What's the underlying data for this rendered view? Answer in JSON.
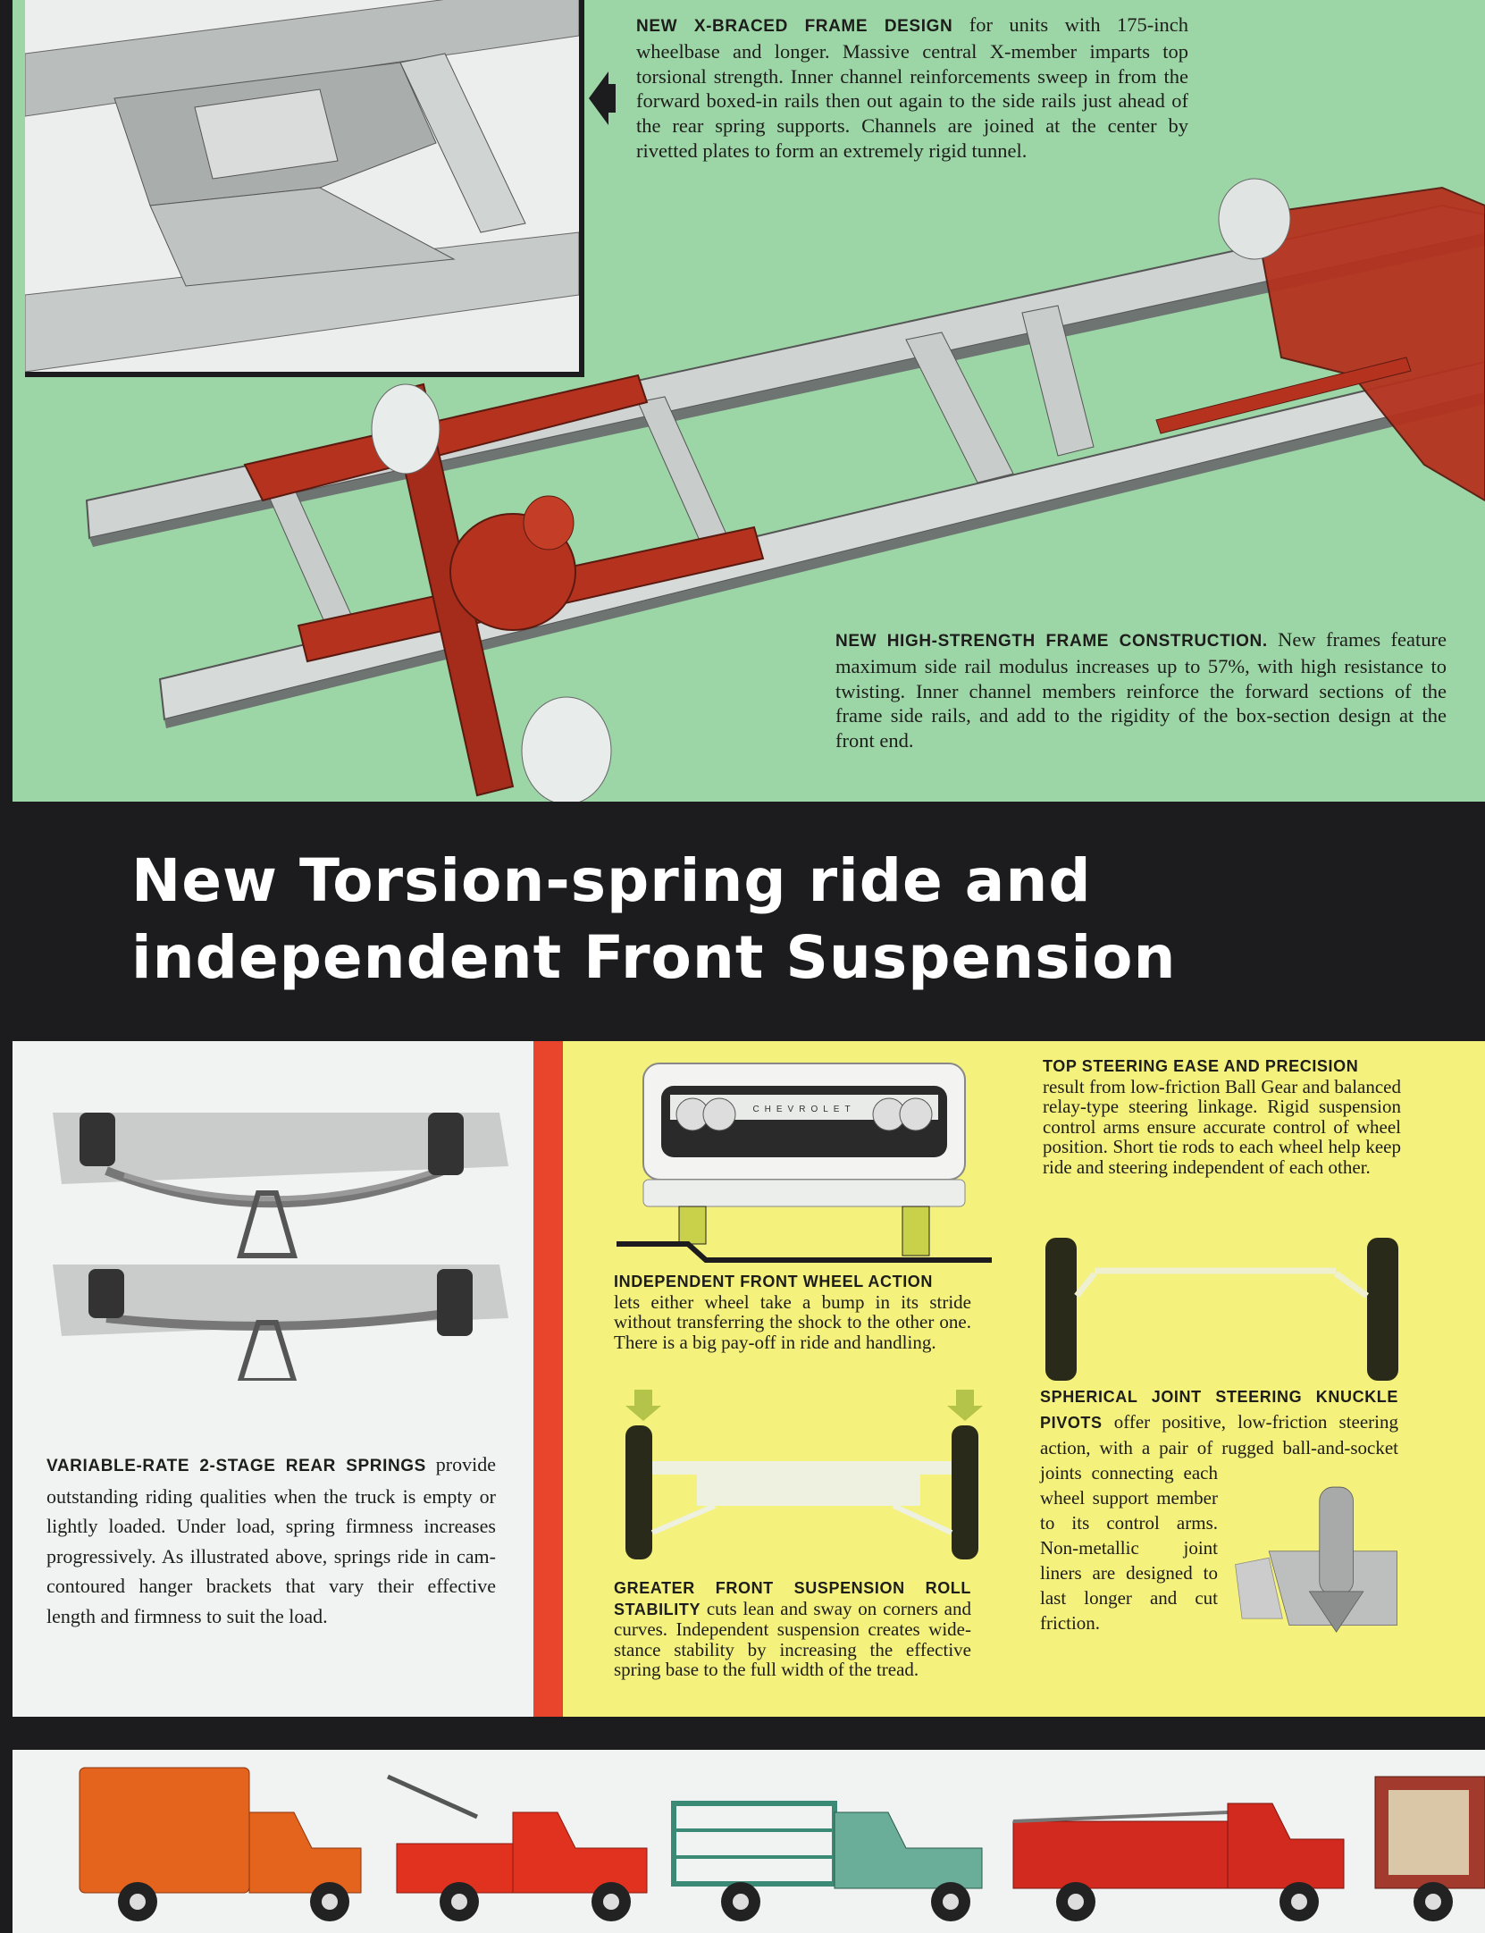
{
  "frame_section": {
    "x_braced": {
      "heading": "NEW X-BRACED FRAME DESIGN",
      "body": "for units with 175-inch wheelbase and longer. Massive central X-member imparts top torsional strength. Inner channel reinforcements sweep in from the forward boxed-in rails then out again to the side rails just ahead of the rear spring supports. Channels are joined at the center by rivetted plates to form an extremely rigid tunnel."
    },
    "high_strength": {
      "heading": "NEW HIGH-STRENGTH FRAME CONSTRUCTION.",
      "body": "New frames feature maximum side rail modulus increases up to 57%, with high resistance to twisting. Inner channel members reinforce the forward sections of the frame side rails, and add to the rigidity of the box-section design at the front end."
    }
  },
  "headline": {
    "line1": "New Torsion-spring ride and",
    "line2": "independent Front Suspension"
  },
  "suspension_section": {
    "rear_springs": {
      "heading": "VARIABLE-RATE 2-STAGE REAR SPRINGS",
      "body": "provide outstanding riding qualities when the truck is empty or lightly loaded. Under load, spring firmness increases progressively. As illustrated above, springs ride in cam-contoured hanger brackets that vary their effective length and firmness to suit the load."
    },
    "grille_badge": "CHEVROLET",
    "independent_wheel": {
      "heading": "INDEPENDENT FRONT WHEEL ACTION",
      "body": "lets either wheel take a bump in its stride without transferring the shock to the other one. There is a big pay-off in ride and handling."
    },
    "roll_stability": {
      "heading": "GREATER FRONT SUSPENSION ROLL STABILITY",
      "body": "cuts lean and sway on corners and curves. Independent suspension creates wide-stance stability by increasing the effective spring base to the full width of the tread."
    },
    "steering_ease": {
      "heading": "TOP STEERING EASE AND PRECISION",
      "body": "result from low-friction Ball Gear and balanced relay-type steering linkage. Rigid suspension control arms ensure accurate control of wheel position. Short tie rods to each wheel help keep ride and steering independent of each other."
    },
    "knuckle_pivots": {
      "heading": "SPHERICAL JOINT STEERING KNUCKLE PIVOTS",
      "body": "offer positive, low-friction steering action, with a pair of rugged ball-and-socket joints connecting each wheel support member to its control arms. Non-metallic joint liners are designed to last longer and cut friction."
    }
  },
  "colors": {
    "green_bg": "#9dd6a6",
    "yellow_bg": "#f4f17c",
    "red_stripe": "#e8452c",
    "band": "#1c1b1d",
    "chassis_red": "#b5321f"
  }
}
